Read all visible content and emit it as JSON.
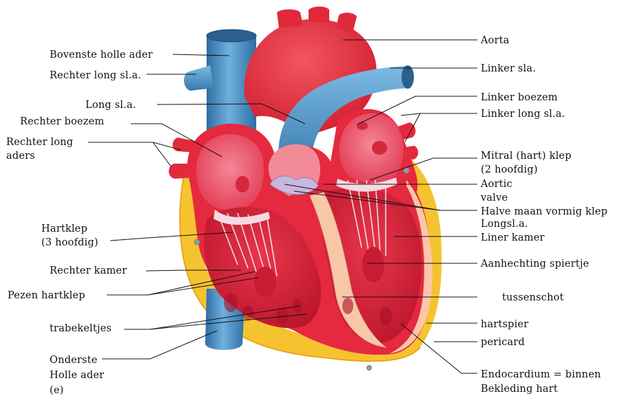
{
  "labels": {
    "left": {
      "bovenste_holle_ader": "Bovenste holle ader",
      "rechter_long_sla": "Rechter long sl.a.",
      "long_sla": "Long sl.a.",
      "rechter_boezem": "Rechter boezem",
      "rechter_long_aders_1": "Rechter long",
      "rechter_long_aders_2": "aders",
      "hartklep_1": "Hartklep",
      "hartklep_2": "(3 hoofdig)",
      "rechter_kamer": "Rechter kamer",
      "pezen_hartklep": "Pezen hartklep",
      "trabekeltjes": "trabekeltjes",
      "onderste_holle_ader_1": "Onderste",
      "onderste_holle_ader_2": "Holle ader",
      "onderste_holle_ader_3": "(e)"
    },
    "right": {
      "aorta": "Aorta",
      "linker_sla": "Linker sla.",
      "linker_boezem": "Linker boezem",
      "linker_long_sla": "Linker long sl.a.",
      "mitral_klep_1": "Mitral (hart) klep",
      "mitral_klep_2": "(2 hoofdig)",
      "aortic_valve_1": "Aortic",
      "aortic_valve_2": "valve",
      "halve_maan_1": "Halve maan vormig klep",
      "halve_maan_2": "Longsl.a.",
      "liner_kamer": "Liner kamer",
      "aanhechting_spiertje": "Aanhechting spiertje",
      "tussenschot": "tussenschot",
      "hartspier": "hartspier",
      "pericard": "pericard",
      "endocardium_1": "Endocardium = binnen",
      "endocardium_2": "Bekleding hart"
    }
  },
  "colors": {
    "muscle_red": "#e5293f",
    "chamber_pink": "#f06275",
    "vein_blue": "#4a8cc0",
    "septum_peach": "#f8c7a8",
    "fat_yellow": "#f6c330",
    "leader_line": "#111111"
  }
}
